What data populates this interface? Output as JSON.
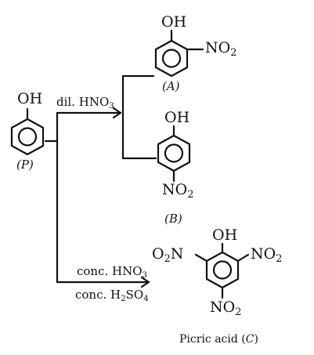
{
  "colors": {
    "ink": "#111111",
    "background": "#ffffff"
  },
  "reactant": {
    "group": "OH",
    "label": "(P)"
  },
  "dilute_route": {
    "reagent": "dil. HNO",
    "reagent_sub": "3"
  },
  "product_a": {
    "group_oh": "OH",
    "group_no2": "NO",
    "group_no2_sub": "2",
    "label": "(A)"
  },
  "product_b": {
    "group_oh": "OH",
    "group_no2": "NO",
    "group_no2_sub": "2",
    "label": "(B)"
  },
  "conc_route": {
    "reagent_1": "conc. HNO",
    "reagent_1_sub": "3",
    "reagent_2": "conc. H",
    "reagent_2_sub_1": "2",
    "reagent_2_mid": "SO",
    "reagent_2_sub_2": "4"
  },
  "product_c": {
    "group_oh": "OH",
    "left_o": "O",
    "left_sub": "2",
    "left_n": "N",
    "right_no2": "NO",
    "right_no2_sub": "2",
    "bottom_no2": "NO",
    "bottom_no2_sub": "2",
    "name": "Picric acid (",
    "name_letter": "C",
    "name_close": ")"
  }
}
